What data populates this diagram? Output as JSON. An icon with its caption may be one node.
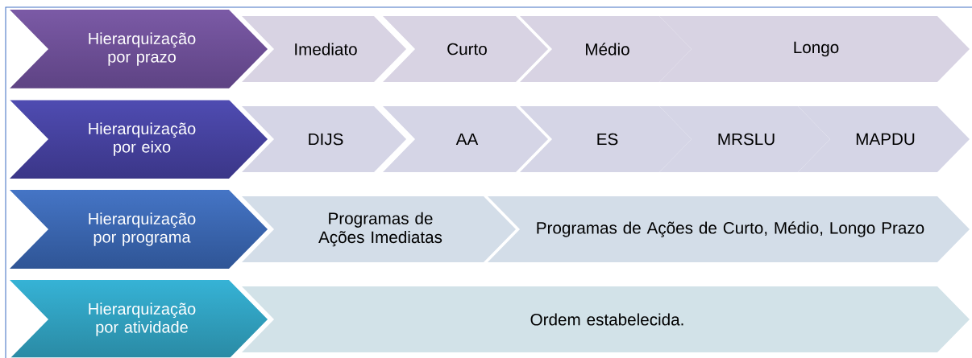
{
  "diagram": {
    "nodes": [
      {
        "text": [
          "Hierarquização por prazo"
        ]
      },
      {
        "text": [
          "Imediato"
        ]
      },
      {
        "text": [
          "Curto"
        ]
      },
      {
        "text": [
          "Médio"
        ]
      },
      {
        "text": [
          "Longo"
        ]
      },
      {
        "text": [
          "Hierarquização por eixo"
        ]
      },
      {
        "text": [
          "DIJS"
        ]
      },
      {
        "text": [
          "AA"
        ]
      },
      {
        "text": [
          "ES"
        ]
      },
      {
        "text": [
          "MRSLU"
        ]
      },
      {
        "text": [
          "MAPDU"
        ]
      },
      {
        "text": [
          "Hierarquização por programa"
        ]
      },
      {
        "text": [
          "Programas de Ações Imediatas"
        ]
      },
      {
        "text": [
          "Programas de Ações de Curto, Médio, Longo Prazo"
        ]
      },
      {
        "text": [
          "Hierarquização por atividade"
        ]
      },
      {
        "text": [
          "Ordem estabelecida."
        ]
      }
    ]
  }
}
